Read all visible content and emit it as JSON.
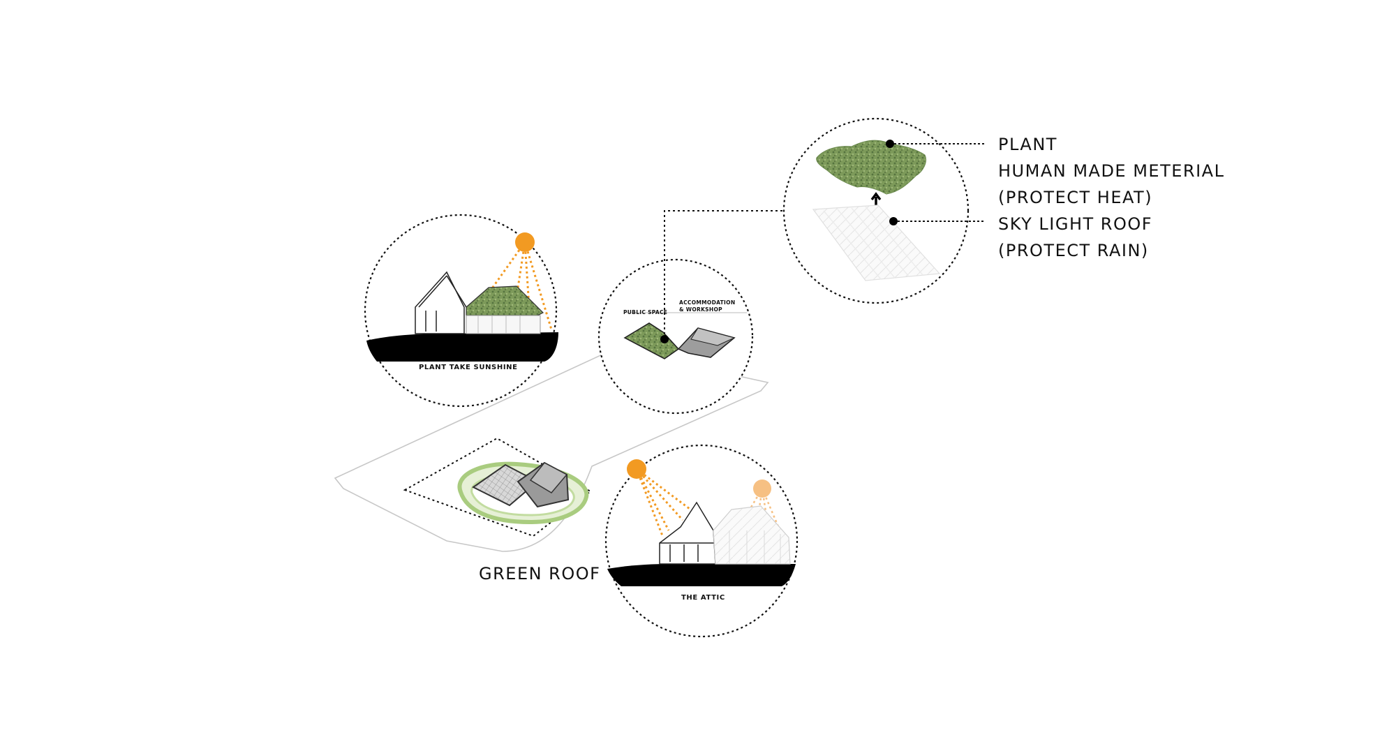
{
  "colors": {
    "sun": "#f29a22",
    "sun_faded": "#f6c083",
    "plant_green": "#7d9a5a",
    "plant_dark": "#55733f",
    "green_ring": "#a9cc7f",
    "ground": "#000000",
    "outline": "#bdbdbd",
    "dotted": "#222222"
  },
  "labels": {
    "green_roof": "GREEN ROOF",
    "plant_take_sunshine": "PLANT TAKE SUNSHINE",
    "the_attic": "THE ATTIC",
    "public_space": "PUBLIC SPACE",
    "accommodation_line1": "ACCOMMODATION",
    "accommodation_line2": "& WORKSHOP"
  },
  "legend": {
    "plant": "PLANT",
    "human_made_material": "HUMAN MADE METERIAL",
    "protect_heat": "(PROTECT HEAT)",
    "sky_light_roof": "SKY LIGHT ROOF",
    "protect_rain": "(PROTECT RAIN)"
  },
  "icons": [
    "sun-icon",
    "arrow-up-icon",
    "leader-dot-icon"
  ]
}
